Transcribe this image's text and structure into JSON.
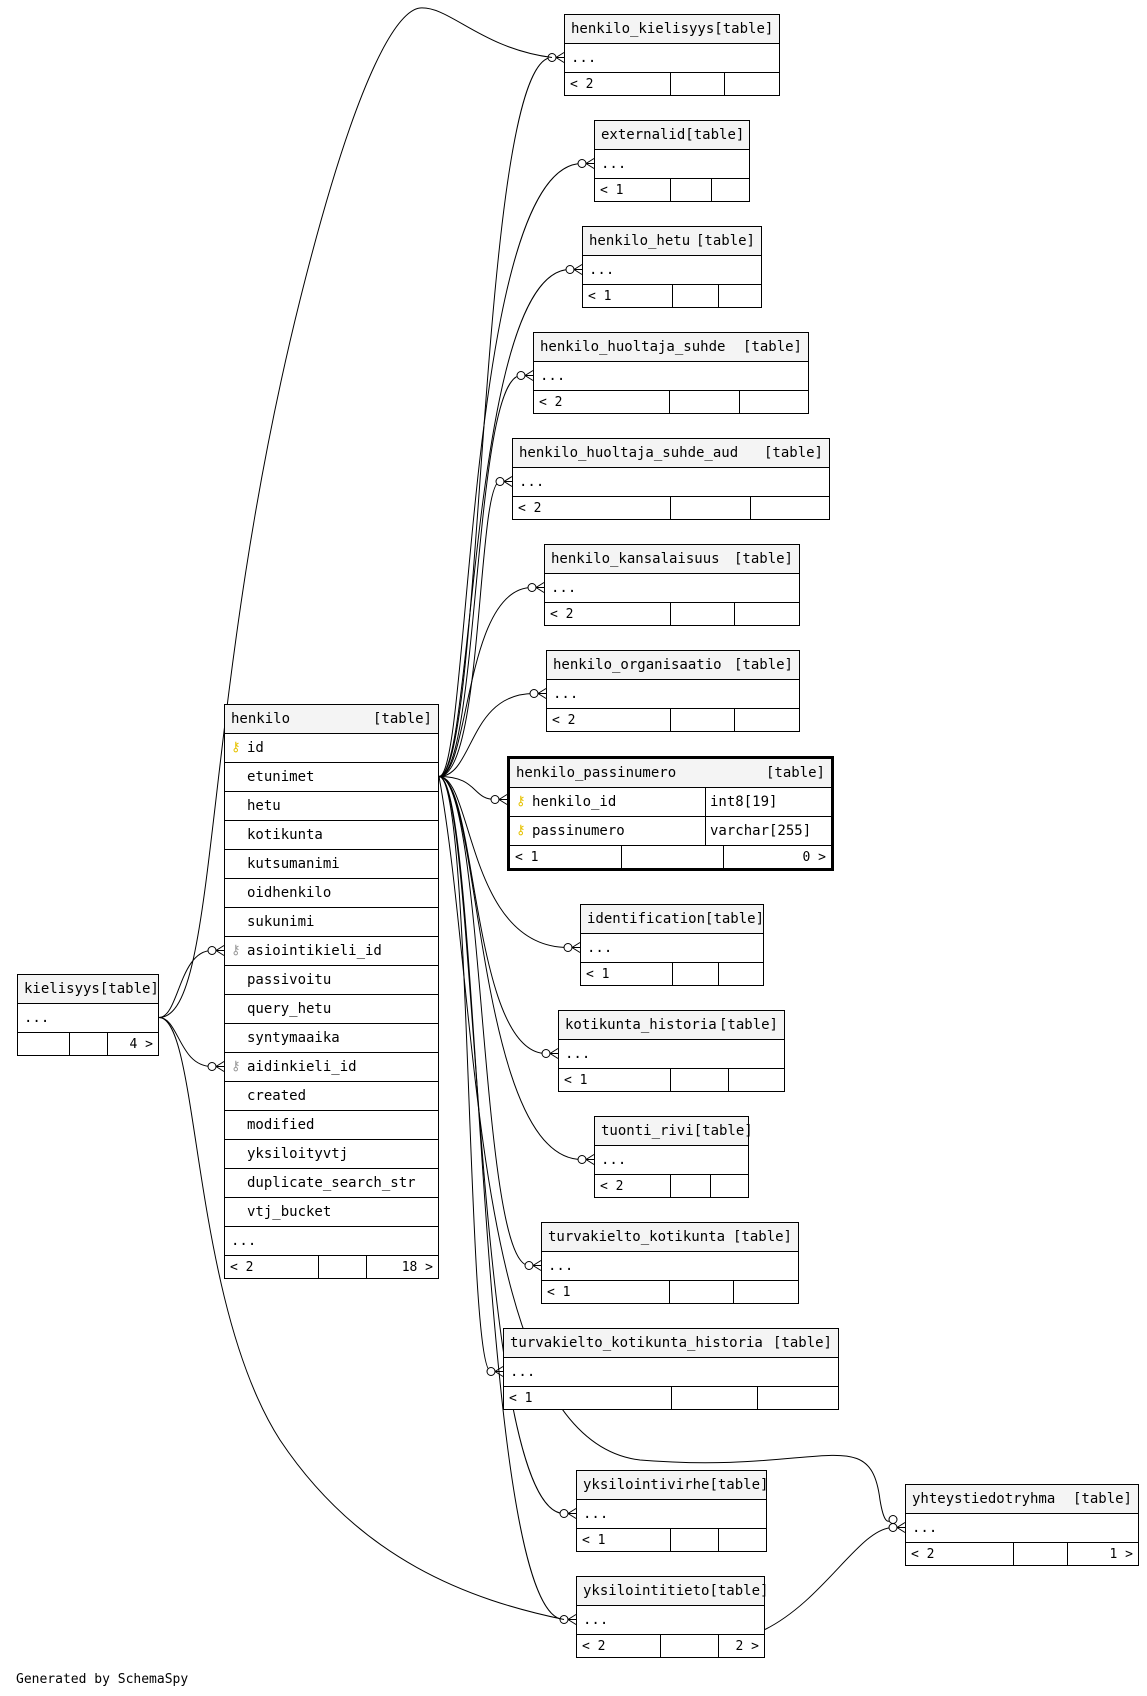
{
  "footer": "Generated by SchemaSpy",
  "tables": [
    {
      "id": "henkilo_kielisyys",
      "name": "henkilo_kielisyys",
      "kind": "[table]",
      "rows": [
        {
          "name": "...",
          "key": "none"
        }
      ],
      "footer": {
        "parents": "< 2",
        "rows": "",
        "children": ""
      }
    },
    {
      "id": "externalid",
      "name": "externalid",
      "kind": "[table]",
      "rows": [
        {
          "name": "...",
          "key": "none"
        }
      ],
      "footer": {
        "parents": "< 1",
        "rows": "",
        "children": ""
      }
    },
    {
      "id": "henkilo_hetu",
      "name": "henkilo_hetu",
      "kind": "[table]",
      "rows": [
        {
          "name": "...",
          "key": "none"
        }
      ],
      "footer": {
        "parents": "< 1",
        "rows": "",
        "children": ""
      }
    },
    {
      "id": "henkilo_huoltaja_suhde",
      "name": "henkilo_huoltaja_suhde",
      "kind": "[table]",
      "rows": [
        {
          "name": "...",
          "key": "none"
        }
      ],
      "footer": {
        "parents": "< 2",
        "rows": "",
        "children": ""
      }
    },
    {
      "id": "henkilo_huoltaja_suhde_aud",
      "name": "henkilo_huoltaja_suhde_aud",
      "kind": "[table]",
      "rows": [
        {
          "name": "...",
          "key": "none"
        }
      ],
      "footer": {
        "parents": "< 2",
        "rows": "",
        "children": ""
      }
    },
    {
      "id": "henkilo_kansalaisuus",
      "name": "henkilo_kansalaisuus",
      "kind": "[table]",
      "rows": [
        {
          "name": "...",
          "key": "none"
        }
      ],
      "footer": {
        "parents": "< 2",
        "rows": "",
        "children": ""
      }
    },
    {
      "id": "henkilo_organisaatio",
      "name": "henkilo_organisaatio",
      "kind": "[table]",
      "rows": [
        {
          "name": "...",
          "key": "none"
        }
      ],
      "footer": {
        "parents": "< 2",
        "rows": "",
        "children": ""
      }
    },
    {
      "id": "henkilo_passinumero",
      "name": "henkilo_passinumero",
      "kind": "[table]",
      "focus": true,
      "rows": [
        {
          "name": "henkilo_id",
          "type": "int8[19]",
          "key": "pk"
        },
        {
          "name": "passinumero",
          "type": "varchar[255]",
          "key": "pk"
        }
      ],
      "footer": {
        "parents": "< 1",
        "rows": "",
        "children": "0 >"
      }
    },
    {
      "id": "identification",
      "name": "identification",
      "kind": "[table]",
      "rows": [
        {
          "name": "...",
          "key": "none"
        }
      ],
      "footer": {
        "parents": "< 1",
        "rows": "",
        "children": ""
      }
    },
    {
      "id": "kotikunta_historia",
      "name": "kotikunta_historia",
      "kind": "[table]",
      "rows": [
        {
          "name": "...",
          "key": "none"
        }
      ],
      "footer": {
        "parents": "< 1",
        "rows": "",
        "children": ""
      }
    },
    {
      "id": "tuonti_rivi",
      "name": "tuonti_rivi",
      "kind": "[table]",
      "rows": [
        {
          "name": "...",
          "key": "none"
        }
      ],
      "footer": {
        "parents": "< 2",
        "rows": "",
        "children": ""
      }
    },
    {
      "id": "turvakielto_kotikunta",
      "name": "turvakielto_kotikunta",
      "kind": "[table]",
      "rows": [
        {
          "name": "...",
          "key": "none"
        }
      ],
      "footer": {
        "parents": "< 1",
        "rows": "",
        "children": ""
      }
    },
    {
      "id": "turvakielto_kotikunta_historia",
      "name": "turvakielto_kotikunta_historia",
      "kind": "[table]",
      "rows": [
        {
          "name": "...",
          "key": "none"
        }
      ],
      "footer": {
        "parents": "< 1",
        "rows": "",
        "children": ""
      }
    },
    {
      "id": "yksilointivirhe",
      "name": "yksilointivirhe",
      "kind": "[table]",
      "rows": [
        {
          "name": "...",
          "key": "none"
        }
      ],
      "footer": {
        "parents": "< 1",
        "rows": "",
        "children": ""
      }
    },
    {
      "id": "yksilointitieto",
      "name": "yksilointitieto",
      "kind": "[table]",
      "rows": [
        {
          "name": "...",
          "key": "none"
        }
      ],
      "footer": {
        "parents": "< 2",
        "rows": "",
        "children": "2 >"
      }
    },
    {
      "id": "yhteystiedotryhma",
      "name": "yhteystiedotryhma",
      "kind": "[table]",
      "rows": [
        {
          "name": "...",
          "key": "none"
        }
      ],
      "footer": {
        "parents": "< 2",
        "rows": "",
        "children": "1 >"
      }
    },
    {
      "id": "kielisyys",
      "name": "kielisyys",
      "kind": "[table]",
      "rows": [
        {
          "name": "...",
          "key": "none"
        }
      ],
      "footer": {
        "parents": "",
        "rows": "",
        "children": "4 >"
      }
    },
    {
      "id": "henkilo",
      "name": "henkilo",
      "kind": "[table]",
      "rows": [
        {
          "name": "id",
          "key": "pk"
        },
        {
          "name": "etunimet",
          "key": "none"
        },
        {
          "name": "hetu",
          "key": "none"
        },
        {
          "name": "kotikunta",
          "key": "none"
        },
        {
          "name": "kutsumanimi",
          "key": "none"
        },
        {
          "name": "oidhenkilo",
          "key": "none"
        },
        {
          "name": "sukunimi",
          "key": "none"
        },
        {
          "name": "asiointikieli_id",
          "key": "fk"
        },
        {
          "name": "passivoitu",
          "key": "none"
        },
        {
          "name": "query_hetu",
          "key": "none"
        },
        {
          "name": "syntymaaika",
          "key": "none"
        },
        {
          "name": "aidinkieli_id",
          "key": "fk"
        },
        {
          "name": "created",
          "key": "none"
        },
        {
          "name": "modified",
          "key": "none"
        },
        {
          "name": "yksiloityvtj",
          "key": "none"
        },
        {
          "name": "duplicate_search_str",
          "key": "none"
        },
        {
          "name": "vtj_bucket",
          "key": "none"
        },
        {
          "name": "...",
          "key": "none"
        }
      ],
      "footer": {
        "parents": "< 2",
        "rows": "",
        "children": "18 >"
      }
    }
  ]
}
